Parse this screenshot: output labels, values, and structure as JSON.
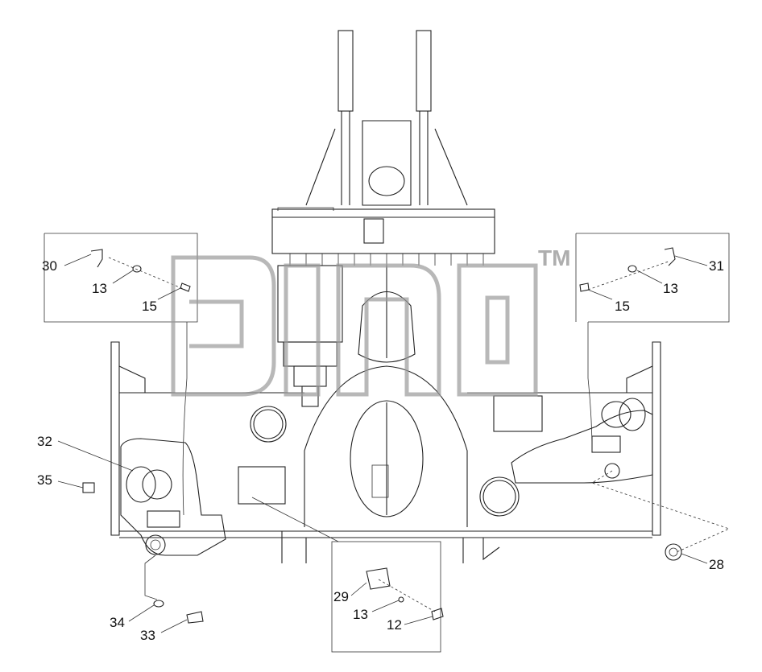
{
  "diagram": {
    "callouts": [
      {
        "id": "c30l",
        "label": "30"
      },
      {
        "id": "c13l",
        "label": "13"
      },
      {
        "id": "c15l",
        "label": "15"
      },
      {
        "id": "c31r",
        "label": "31"
      },
      {
        "id": "c13r",
        "label": "13"
      },
      {
        "id": "c15r",
        "label": "15"
      },
      {
        "id": "c32",
        "label": "32"
      },
      {
        "id": "c35",
        "label": "35"
      },
      {
        "id": "c34",
        "label": "34"
      },
      {
        "id": "c33",
        "label": "33"
      },
      {
        "id": "c29",
        "label": "29"
      },
      {
        "id": "c13b",
        "label": "13"
      },
      {
        "id": "c12",
        "label": "12"
      },
      {
        "id": "c28",
        "label": "28"
      }
    ],
    "watermark": {
      "tm": "TM"
    }
  }
}
